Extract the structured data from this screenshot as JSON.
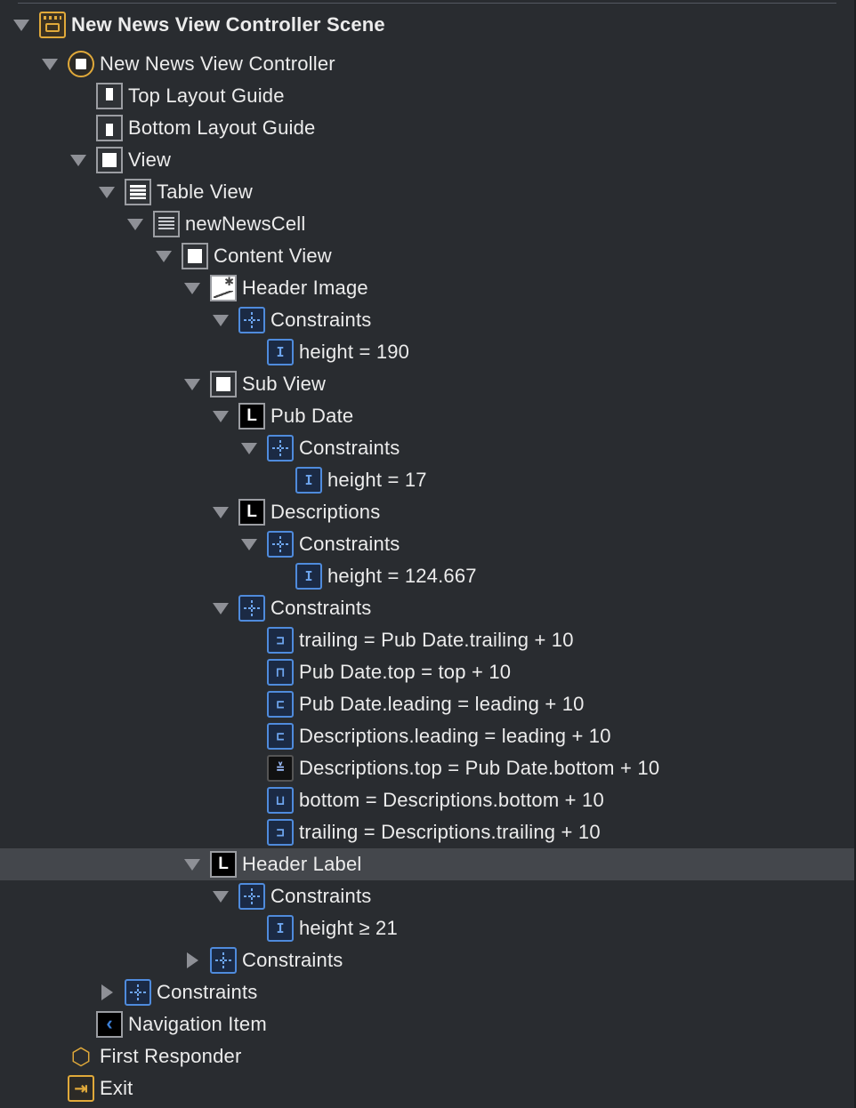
{
  "tree": {
    "scene": "New News View Controller Scene",
    "view_controller": "New News View Controller",
    "top_layout_guide": "Top Layout Guide",
    "bottom_layout_guide": "Bottom Layout Guide",
    "view": "View",
    "table_view": "Table View",
    "cell": "newNewsCell",
    "content_view": "Content View",
    "header_image": "Header Image",
    "header_image_constraints": "Constraints",
    "header_image_height": "height = 190",
    "sub_view": "Sub View",
    "pub_date": "Pub Date",
    "pub_date_constraints": "Constraints",
    "pub_date_height": "height = 17",
    "descriptions": "Descriptions",
    "descriptions_constraints": "Constraints",
    "descriptions_height": "height = 124.667",
    "sub_view_constraints": "Constraints",
    "sub_view_constraint_items": [
      "trailing = Pub Date.trailing + 10",
      "Pub Date.top = top + 10",
      "Pub Date.leading = leading + 10",
      "Descriptions.leading = leading + 10",
      "Descriptions.top = Pub Date.bottom + 10",
      "bottom = Descriptions.bottom + 10",
      "trailing = Descriptions.trailing + 10"
    ],
    "header_label": "Header Label",
    "header_label_constraints": "Constraints",
    "header_label_height": "height ≥ 21",
    "content_view_constraints": "Constraints",
    "view_constraints": "Constraints",
    "navigation_item": "Navigation Item",
    "first_responder": "First Responder",
    "exit": "Exit"
  },
  "icons": {
    "scene": "scene-icon",
    "view_controller": "view-controller-icon",
    "layout_guide": "layout-guide-icon",
    "view": "view-icon",
    "table": "table-view-icon",
    "cell": "table-cell-icon",
    "image": "image-view-icon",
    "label": "label-icon",
    "constraints": "constraints-icon",
    "constraint": "constraint-icon",
    "navigation_item": "navigation-item-icon",
    "first_responder": "first-responder-icon",
    "exit": "exit-icon"
  },
  "colors": {
    "background": "#292c30",
    "selected_row": "#44474c",
    "scene_accent": "#e0a93a",
    "constraint_accent": "#4f8bdc"
  },
  "selected_item": "Header Label"
}
